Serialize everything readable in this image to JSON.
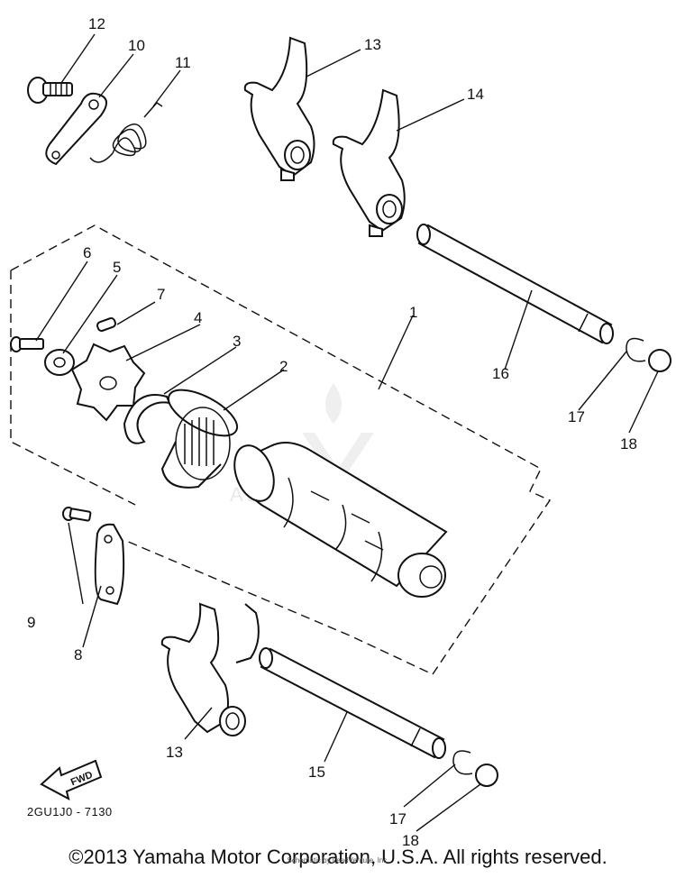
{
  "diagram": {
    "callouts": {
      "c12": "12",
      "c10": "10",
      "c11": "11",
      "c13a": "13",
      "c14": "14",
      "c6": "6",
      "c5": "5",
      "c7": "7",
      "c4": "4",
      "c3": "3",
      "c2": "2",
      "c1": "1",
      "c16": "16",
      "c17a": "17",
      "c18a": "18",
      "c9": "9",
      "c8": "8",
      "c13b": "13",
      "c15": "15",
      "c17b": "17",
      "c18b": "18"
    },
    "fwd_label": "FWD",
    "diagram_code": "2GU1J0 - 7130",
    "watermark": "ADVENTURE"
  },
  "footer": {
    "copyright": "©2013 Yamaha Motor Corporation, U.S.A. All rights reserved.",
    "credit": "Schematic by LeadVenture, Inc."
  }
}
